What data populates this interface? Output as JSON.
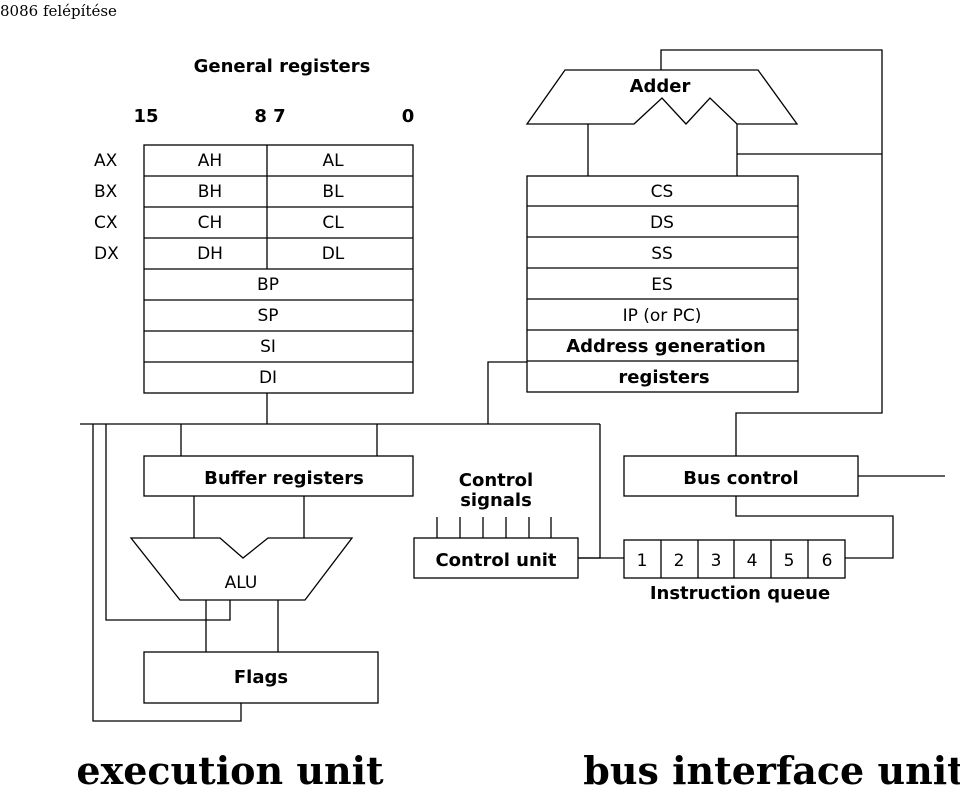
{
  "title": "8086 felépítése",
  "general_registers": {
    "heading": "General registers",
    "bit_labels": [
      "15",
      "8 7",
      "0"
    ],
    "row_names": [
      "AX",
      "BX",
      "CX",
      "DX"
    ],
    "high_bytes": [
      "AH",
      "BH",
      "CH",
      "DH"
    ],
    "low_bytes": [
      "AL",
      "BL",
      "CL",
      "DL"
    ],
    "pointer_index": [
      "BP",
      "SP",
      "SI",
      "DI"
    ]
  },
  "adder": {
    "label": "Adder"
  },
  "segment_registers": {
    "rows": [
      "CS",
      "DS",
      "SS",
      "ES",
      "IP (or PC)"
    ],
    "address_gen_line1": "Address generation",
    "address_gen_line2": "registers"
  },
  "buffer_registers": {
    "label": "Buffer registers"
  },
  "alu": {
    "label": "ALU"
  },
  "flags": {
    "label": "Flags"
  },
  "control_signals": {
    "line1": "Control",
    "line2": "signals"
  },
  "control_unit": {
    "label": "Control unit"
  },
  "bus_control": {
    "label": "Bus control"
  },
  "instruction_queue": {
    "cells": [
      "1",
      "2",
      "3",
      "4",
      "5",
      "6"
    ],
    "label": "Instruction queue"
  },
  "units": {
    "execution": "execution unit",
    "bus_interface": "bus interface unit"
  }
}
